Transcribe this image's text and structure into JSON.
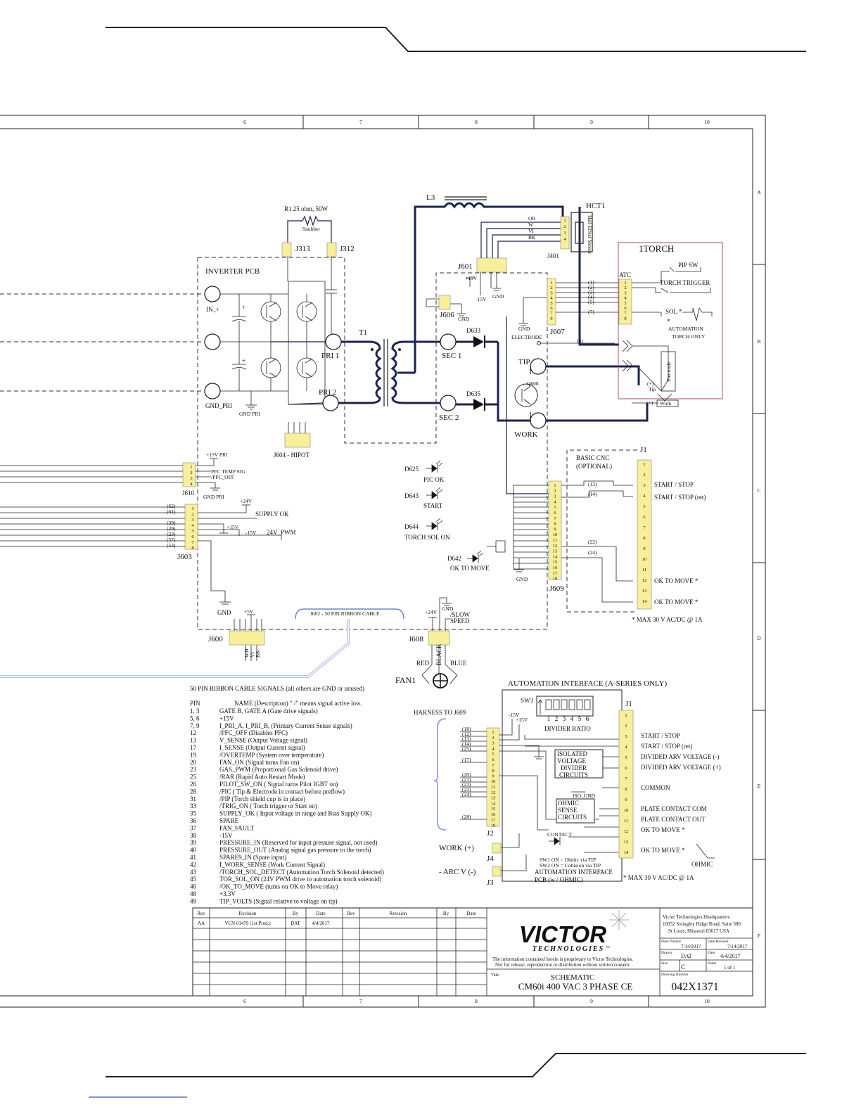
{
  "sheet": {
    "zone_cols": [
      "6",
      "7",
      "8",
      "9",
      "10"
    ],
    "zone_rows": [
      "A",
      "B",
      "C",
      "D",
      "E",
      "F"
    ]
  },
  "power": {
    "r1": "R1   25 ohm, 50W",
    "snubber": "Snubber",
    "j313": "J313",
    "j312": "J312",
    "inverter": "INVERTER PCB",
    "in_plus": "IN_+",
    "gnd_pri": "GND_PRI",
    "gnd_pri2": "GND PRI",
    "pri1": "PRI 1",
    "pri2": "PRI 2",
    "t1": "T1",
    "l3": "L3",
    "sec1": "SEC 1",
    "sec2": "SEC 2",
    "d633": "D633",
    "d635": "D635",
    "j604": "J604 - HIPOT",
    "j601": "J601",
    "j606": "J606",
    "gnd": "GND",
    "p15": "+15V",
    "m15": "-15V",
    "hct1": "HCT1",
    "hall": "Hall Effect Sensor",
    "hct_wires": [
      "OR",
      "W",
      "VI",
      "BK"
    ],
    "j401": "J401",
    "j607": "J607",
    "electrode": "ELECTRODE",
    "tip": "TIP",
    "q608": "Q608",
    "work": "WORK"
  },
  "torch": {
    "title": "1TORCH",
    "atc": "ATC",
    "pip": "PIP SW",
    "trigger": "TORCH TRIGGER",
    "sol": "SOL *",
    "star": "*",
    "auto1": "AUTOMATION",
    "auto2": "TORCH ONLY",
    "electrode": "Electrode",
    "tip": "Tip",
    "plus": "(+)",
    "work": "Work",
    "minus6": "(6)",
    "wirenums": [
      "(1)",
      "(2)",
      "(3)",
      "(4)",
      "(5)",
      "(7)"
    ]
  },
  "left": {
    "j610": "J610",
    "p15pri": "+15V PRI",
    "pfc_temp": "PFC TEMP SIG",
    "pfc_off": "/PFC_OFF",
    "gndpri": "GND PRI",
    "j603": "J603",
    "p24": "+24V",
    "supply": "SUPPLY OK",
    "p15": "+15V",
    "m15": "-15V",
    "pwm": "24V_PWM",
    "j603_wires": [
      "(62)",
      "(61)",
      "(39)",
      "(29)",
      "(23)",
      "(57)",
      "(53)"
    ],
    "gnd": "GND",
    "p5": "+5V",
    "j600": "J600",
    "ribbon": "J602 - 50 PIN RIBBON CABLE",
    "j600_wires": [
      "WH",
      "VI",
      "BK"
    ]
  },
  "leds": {
    "d625": "D625",
    "pic": "PIC OK",
    "d643": "D643",
    "start": "START",
    "d644": "D644",
    "tsol": "TORCH SOL ON",
    "d642": "D642",
    "okmove": "OK TO MOVE"
  },
  "cnc": {
    "j609": "J609",
    "title1": "BASIC CNC",
    "title2": "(OPTIONAL)",
    "j1": "J1",
    "start_stop": "START / STOP",
    "start_ret": "START / STOP (ret)",
    "ok1": "OK TO MOVE *",
    "ok2": "OK TO MOVE *",
    "note": "*   MAX 30 V  AC/DC  @ 1A",
    "wires": [
      "(13)",
      "(14)",
      "(22)",
      "(24)"
    ],
    "gnd": "GND"
  },
  "fan": {
    "j608": "J608",
    "p24": "+24V",
    "gnd": "GND",
    "slow1": "/SLOW",
    "slow2": "SPEED",
    "red": "RED",
    "black": "BLACK",
    "blue": "BLUE",
    "fan1": "FAN1"
  },
  "ribbon_signals": {
    "title": "50 PIN RIBBON CABLE SIGNALS (all others are GND or unused)",
    "header_pin": "PIN",
    "header_name": "NAME (Description)    \" /\" means signal active low.",
    "rows": [
      [
        "1, 3",
        "GATE B, GATE A   (Gate drive signals)"
      ],
      [
        "5, 6",
        "+15V"
      ],
      [
        "7, 9",
        "I_PRI_A,  I_PRI_B, (Primary Current Sense signals)"
      ],
      [
        "12",
        "/PFC_OFF (Disables PFC)"
      ],
      [
        "13",
        "V_SENSE (Output Voltage signal)"
      ],
      [
        "17",
        "I_SENSE (Output Current signal)"
      ],
      [
        "19",
        "/OVERTEMP  (System over temperature)"
      ],
      [
        "20",
        "FAN_ON (Signal turns Fan on)"
      ],
      [
        "23",
        "GAS_PWM (Proportional  Gas Solenoid drive)"
      ],
      [
        "25",
        "/RAR (Rapid Auto Restart Mode)"
      ],
      [
        "26",
        "PILOT_SW_ON  ( Signal turns Pilot IGBT on)"
      ],
      [
        "28",
        "/PIC  ( Tip & Electrode in contact before preflow)"
      ],
      [
        "31",
        "/PIP (Torch shield cup is in place)"
      ],
      [
        "33",
        "/TRIG_ON ( Torch trigger or Start on)"
      ],
      [
        "35",
        "SUPPLY_OK ( Input voltage in range and Bias Supply OK)"
      ],
      [
        "36",
        "SPARE"
      ],
      [
        "37",
        "FAN_FAULT"
      ],
      [
        "38",
        "-15V"
      ],
      [
        "39",
        "PRESSURE_IN (Reserved for input pressure signal, not used)"
      ],
      [
        "40",
        "PRESSURE_OUT (Analog signal gas pressure to the torch)"
      ],
      [
        "41",
        "SPARE9_IN (Spare input)"
      ],
      [
        "42",
        "I_WORK_SENSE (Work Current Signal)"
      ],
      [
        "43",
        "/TORCH_SOL_DETECT  (Automation Torch Solenoid detected)"
      ],
      [
        "45",
        "TOR_SOL_ON (24V PWM drive to automation torch solenoid)"
      ],
      [
        "46",
        "/OK_TO_MOVE (turns on OK to Move relay)"
      ],
      [
        "48",
        "+3.3V"
      ],
      [
        "49",
        "TIP_VOLTS (Signal relative to voltage on tip)"
      ]
    ]
  },
  "automation": {
    "title": "AUTOMATION INTERFACE (A-SERIES ONLY)",
    "sw3": "SW3",
    "dip": [
      "1",
      "2",
      "3",
      "4",
      "5",
      "6"
    ],
    "ratio": "DIVIDER RATIO",
    "harness": "HARNESS TO J609",
    "m15": "-15V",
    "p15": "+15V",
    "gnd": "GND",
    "iso1": "ISOLATED",
    "iso2": "VOLTAGE",
    "iso3": "DIVIDER",
    "iso4": "CIRCUITS",
    "isognd": "ISO_GND",
    "ohm1": "OHMIC",
    "ohm2": "SENSE",
    "ohm3": "CIRCUITS",
    "contact": "CONTACT",
    "j1": "J1",
    "j2": "J2",
    "j3": "J3",
    "j4": "J4",
    "work": "WORK (+)",
    "arc": "- ARC V (-)",
    "sw1": "SW1 ON = Ohmic via TIP",
    "sw2": "SW2 ON = Collision via TIP",
    "pcb1": "AUTOMATION INTERFACE",
    "pcb2": "PCB  (w / OHMIC)",
    "harness_wires": [
      "(18)",
      "(12)",
      "(13)",
      "(14)",
      "(25)",
      "(17)",
      "(20)",
      "(21)",
      "(22)",
      "(23)",
      "(24)",
      "(28)"
    ],
    "j1_labels": {
      "3": "START / STOP",
      "4": "START / STOP (ret)",
      "5": "DIVIDED ARV VOLTAGE (-)",
      "6": "DIVIDED ARV VOLTAGE (+)",
      "8": "COMMON",
      "10": "PLATE CONTACT COM",
      "11": "PLATE CONTACT OUT",
      "12": "OK TO MOVE  *",
      "14": "OK TO MOVE  *"
    },
    "ohmic": "OHMIC",
    "note": "*   MAX 30 V  AC/DC  @ 1A"
  },
  "titleblock": {
    "rev_headers": [
      "Rev",
      "Revision",
      "By",
      "Date"
    ],
    "rev_row": [
      "AA",
      "VCN 01479 (1st Prod.)",
      "DAT",
      "4/4/2017"
    ],
    "logo1": "VICTOR",
    "logo2": "TECHNOLOGIES",
    "tm": "™",
    "hq1": "Victor Technologies Headquarters",
    "hq2": "16052 Swingley Ridge Road, Suite 300",
    "hq3": "St Louis, Missouri 63017 USA",
    "date_printed_lbl": "Date Printed",
    "date_printed": "7/14/2017",
    "date_revised_lbl": "Date Revised",
    "date_revised": "7/14/2017",
    "drawn_lbl": "Drawn",
    "drawn": "DAT",
    "date_lbl": "Date",
    "date": "4/4/2017",
    "size_lbl": "Size",
    "size": "C",
    "sheet_lbl": "Sheet",
    "sheet": "1   of    1",
    "prop1": "The information contained herein is proprietary to Victor Technologies.",
    "prop2": "Not for release, reproduction or distribution without written consent.",
    "title_lbl": "Title",
    "title1": "SCHEMATIC",
    "title2": "CM60i 400 VAC 3 PHASE CE",
    "dwg_lbl": "Drawing Number",
    "dwg": "042X1371"
  }
}
